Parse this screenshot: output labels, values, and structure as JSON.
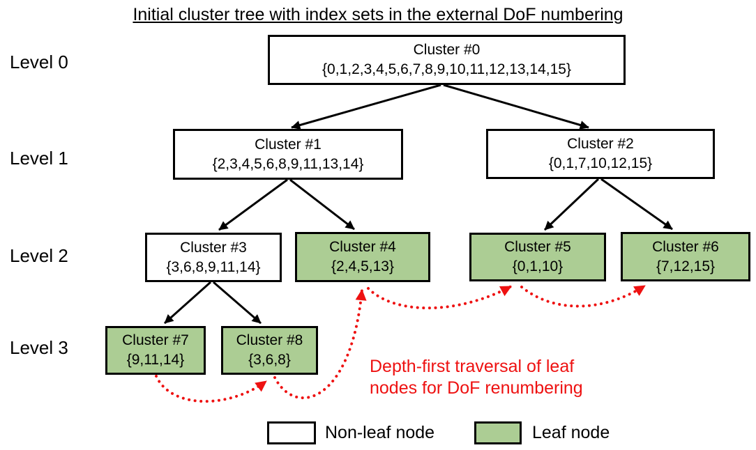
{
  "title": "Initial cluster tree with index sets in the external DoF numbering",
  "levels": [
    {
      "label": "Level 0"
    },
    {
      "label": "Level 1"
    },
    {
      "label": "Level 2"
    },
    {
      "label": "Level 3"
    }
  ],
  "nodes": [
    {
      "name": "Cluster #0",
      "set": "{0,1,2,3,4,5,6,7,8,9,10,11,12,13,14,15}",
      "type": "non-leaf",
      "level": 0
    },
    {
      "name": "Cluster #1",
      "set": "{2,3,4,5,6,8,9,11,13,14}",
      "type": "non-leaf",
      "level": 1
    },
    {
      "name": "Cluster #2",
      "set": "{0,1,7,10,12,15}",
      "type": "non-leaf",
      "level": 1
    },
    {
      "name": "Cluster #3",
      "set": "{3,6,8,9,11,14}",
      "type": "non-leaf",
      "level": 2
    },
    {
      "name": "Cluster #4",
      "set": "{2,4,5,13}",
      "type": "leaf",
      "level": 2
    },
    {
      "name": "Cluster #5",
      "set": "{0,1,10}",
      "type": "leaf",
      "level": 2
    },
    {
      "name": "Cluster #6",
      "set": "{7,12,15}",
      "type": "leaf",
      "level": 2
    },
    {
      "name": "Cluster #7",
      "set": "{9,11,14}",
      "type": "leaf",
      "level": 3
    },
    {
      "name": "Cluster #8",
      "set": "{3,6,8}",
      "type": "leaf",
      "level": 3
    }
  ],
  "tree_edges": [
    {
      "from": "Cluster #0",
      "to": "Cluster #1"
    },
    {
      "from": "Cluster #0",
      "to": "Cluster #2"
    },
    {
      "from": "Cluster #1",
      "to": "Cluster #3"
    },
    {
      "from": "Cluster #1",
      "to": "Cluster #4"
    },
    {
      "from": "Cluster #2",
      "to": "Cluster #5"
    },
    {
      "from": "Cluster #2",
      "to": "Cluster #6"
    },
    {
      "from": "Cluster #3",
      "to": "Cluster #7"
    },
    {
      "from": "Cluster #3",
      "to": "Cluster #8"
    }
  ],
  "traversal_order": [
    "Cluster #7",
    "Cluster #8",
    "Cluster #4",
    "Cluster #5",
    "Cluster #6"
  ],
  "annotation": {
    "line1": "Depth-first traversal of leaf",
    "line2": "nodes for DoF renumbering"
  },
  "legend": [
    {
      "label": "Non-leaf node",
      "type": "non-leaf"
    },
    {
      "label": "Leaf node",
      "type": "leaf"
    }
  ],
  "colors": {
    "leaf_fill": "#accd94",
    "non_leaf_fill": "#ffffff",
    "node_border": "#000000",
    "tree_edge": "#000000",
    "traversal": "#ee1111"
  }
}
